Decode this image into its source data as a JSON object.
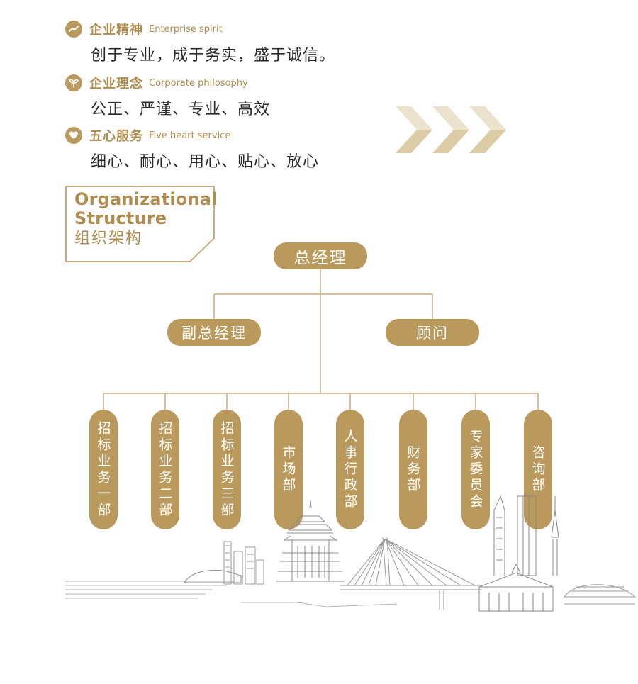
{
  "values": [
    {
      "icon": "trend-icon",
      "title_cn": "企业精神",
      "title_en": "Enterprise spirit",
      "text": "创于专业，成于务实，盛于诚信。"
    },
    {
      "icon": "sprout-icon",
      "title_cn": "企业理念",
      "title_en": "Corporate philosophy",
      "text": "公正、严谨、专业、高效"
    },
    {
      "icon": "heart-icon",
      "title_cn": "五心服务",
      "title_en": "Five heart service",
      "text": "细心、耐心、用心、贴心、放心"
    }
  ],
  "org_heading": {
    "en_line1": "Organizational",
    "en_line2": "Structure",
    "cn": "组织架构"
  },
  "org_chart": {
    "top": "总经理",
    "second_level": [
      "副总经理",
      "顾问"
    ],
    "departments": [
      "招标业务一部",
      "招标业务二部",
      "招标业务三部",
      "市场部",
      "人事行政部",
      "财务部",
      "专家委员会",
      "咨询部"
    ]
  },
  "colors": {
    "accent": "#b9995c",
    "accent_text": "#b08c4f",
    "line": "#c7ad7c",
    "text": "#2a2a2a",
    "chevron_light": "#ece3cf",
    "chevron_dark": "#dccca6"
  }
}
